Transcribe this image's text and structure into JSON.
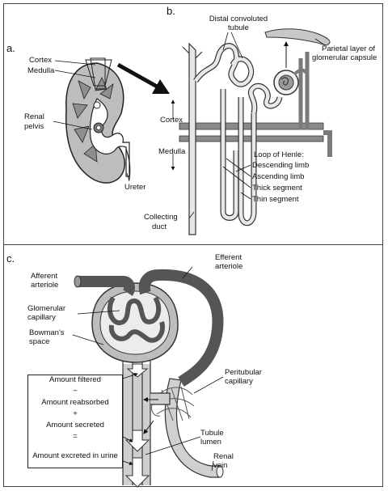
{
  "panels": {
    "a": "a.",
    "b": "b.",
    "c": "c."
  },
  "panel_a": {
    "cortex": "Cortex",
    "medulla": "Medulla",
    "renal_pelvis_line1": "Renal",
    "renal_pelvis_line2": "pelvis",
    "ureter": "Ureter"
  },
  "panel_b": {
    "distal_line1": "Distal convoluted",
    "distal_line2": "tubule",
    "parietal_line1": "Parietal layer of",
    "parietal_line2": "glomerular capsule",
    "cortex": "Cortex",
    "medulla": "Medulla",
    "loop_of_henle": "Loop of Henle:",
    "descending_limb": "Descending limb",
    "ascending_limb": "Ascending limb",
    "thick_segment": "Thick segment",
    "thin_segment": "Thin segment",
    "collecting_line1": "Collecting",
    "collecting_line2": "duct"
  },
  "panel_c": {
    "afferent_line1": "Afferent",
    "afferent_line2": "arteriole",
    "efferent_line1": "Efferent",
    "efferent_line2": "arteriole",
    "glomerular_line1": "Glomerular",
    "glomerular_line2": "capillary",
    "bowmans_line1": "Bowman's",
    "bowmans_line2": "space",
    "peritubular_line1": "Peritubular",
    "peritubular_line2": "capillary",
    "tubule_line1": "Tubule",
    "tubule_line2": "lumen",
    "renal_vein_line1": "Renal",
    "renal_vein_line2": "vein",
    "equation": {
      "filtered": "Amount filtered",
      "minus": "−",
      "reabsorbed": "Amount reabsorbed",
      "plus": "+",
      "secreted": "Amount secreted",
      "equals": "=",
      "excreted": "Amount excreted in urine"
    }
  }
}
